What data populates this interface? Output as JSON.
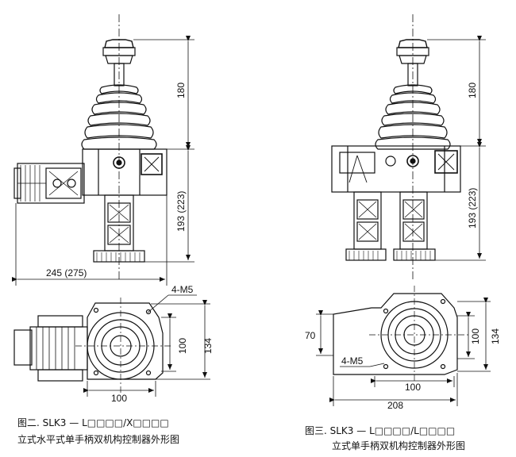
{
  "figure2": {
    "dims": {
      "height_top": "180",
      "height_side": "193 (223)",
      "width_total": "245 (275)",
      "hole_label": "4-M5",
      "width_inner": "100",
      "height_inner": "100",
      "height_outer": "134",
      "bottom_width": "100"
    },
    "caption_line1": "图二.  SLK3 — L□□□□/X□□□□",
    "caption_line2": "立式水平式单手柄双机构控制器外形图"
  },
  "figure3": {
    "dims": {
      "height_top": "180",
      "height_side": "193 (223)",
      "hole_label": "4-M5",
      "left_height": "70",
      "height_inner": "100",
      "height_outer": "134",
      "width_inner": "100",
      "width_outer": "208"
    },
    "caption_line1": "图三.  SLK3 — L□□□□/L□□□□",
    "caption_line2": "立式单手柄双机构控制器外形图"
  },
  "colors": {
    "line": "#111111",
    "background": "#ffffff"
  }
}
